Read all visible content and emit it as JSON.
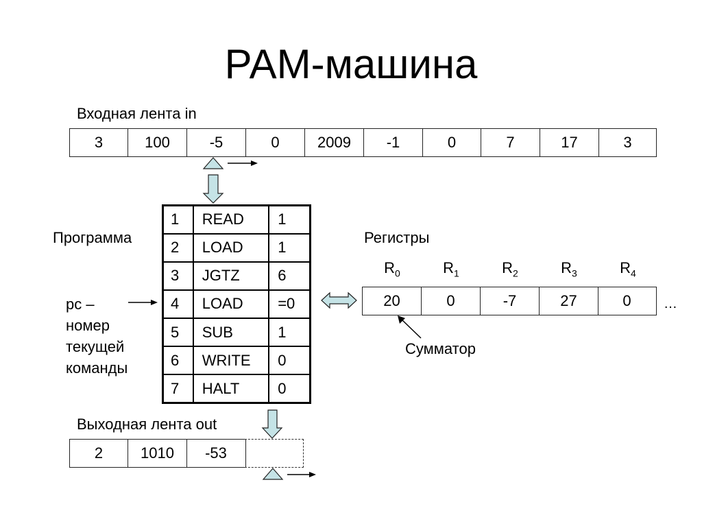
{
  "title": "РАМ-машина",
  "input_tape": {
    "label": "Входная лента in",
    "cells": [
      "3",
      "100",
      "-5",
      "0",
      "2009",
      "-1",
      "0",
      "7",
      "17",
      "3"
    ]
  },
  "program": {
    "label": "Программа",
    "pc_label": [
      "pc –",
      "номер",
      "текущей",
      "команды"
    ],
    "rows": [
      {
        "n": "1",
        "op": "READ",
        "arg": "1"
      },
      {
        "n": "2",
        "op": "LOAD",
        "arg": "1"
      },
      {
        "n": "3",
        "op": "JGTZ",
        "arg": "6"
      },
      {
        "n": "4",
        "op": "LOAD",
        "arg": "=0"
      },
      {
        "n": "5",
        "op": "SUB",
        "arg": "1"
      },
      {
        "n": "6",
        "op": "WRITE",
        "arg": "0"
      },
      {
        "n": "7",
        "op": "HALT",
        "arg": "0"
      }
    ]
  },
  "registers": {
    "label": "Регистры",
    "names": [
      {
        "base": "R",
        "sub": "0"
      },
      {
        "base": "R",
        "sub": "1"
      },
      {
        "base": "R",
        "sub": "2"
      },
      {
        "base": "R",
        "sub": "3"
      },
      {
        "base": "R",
        "sub": "4"
      }
    ],
    "values": [
      "20",
      "0",
      "-7",
      "27",
      "0"
    ],
    "ellipsis": "…",
    "accumulator_label": "Сумматор"
  },
  "output_tape": {
    "label": "Выходная лента out",
    "cells": [
      "2",
      "1010",
      "-53"
    ]
  },
  "colors": {
    "arrow_fill": "#c5e3e6",
    "arrow_stroke": "#222222"
  }
}
